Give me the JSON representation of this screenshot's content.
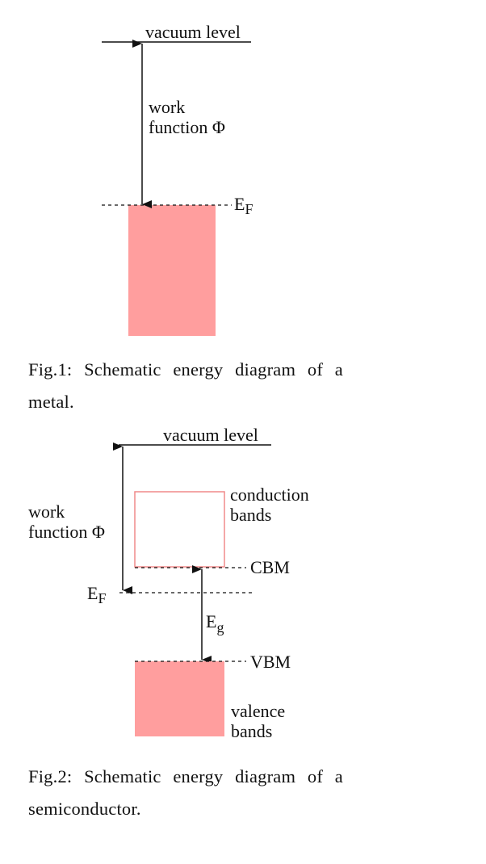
{
  "colors": {
    "band_fill": "#ff9e9e",
    "band_outline": "#f08a8a",
    "line": "#111111"
  },
  "fig1": {
    "vacuum_label": "vacuum level",
    "work_function_line1": "work",
    "work_function_line2": "function Φ",
    "fermi_label_main": "E",
    "fermi_label_sub": "F",
    "caption": "Fig.1: Schematic energy diagram of a metal."
  },
  "fig2": {
    "vacuum_label": "vacuum level",
    "work_function_line1": "work",
    "work_function_line2": "function Φ",
    "conduction_line1": "conduction",
    "conduction_line2": "bands",
    "cbm_label": "CBM",
    "fermi_label_main": "E",
    "fermi_label_sub": "F",
    "gap_label_main": "E",
    "gap_label_sub": "g",
    "vbm_label": "VBM",
    "valence_line1": "valence",
    "valence_line2": "bands",
    "caption": "Fig.2: Schematic energy diagram of a semiconductor."
  }
}
